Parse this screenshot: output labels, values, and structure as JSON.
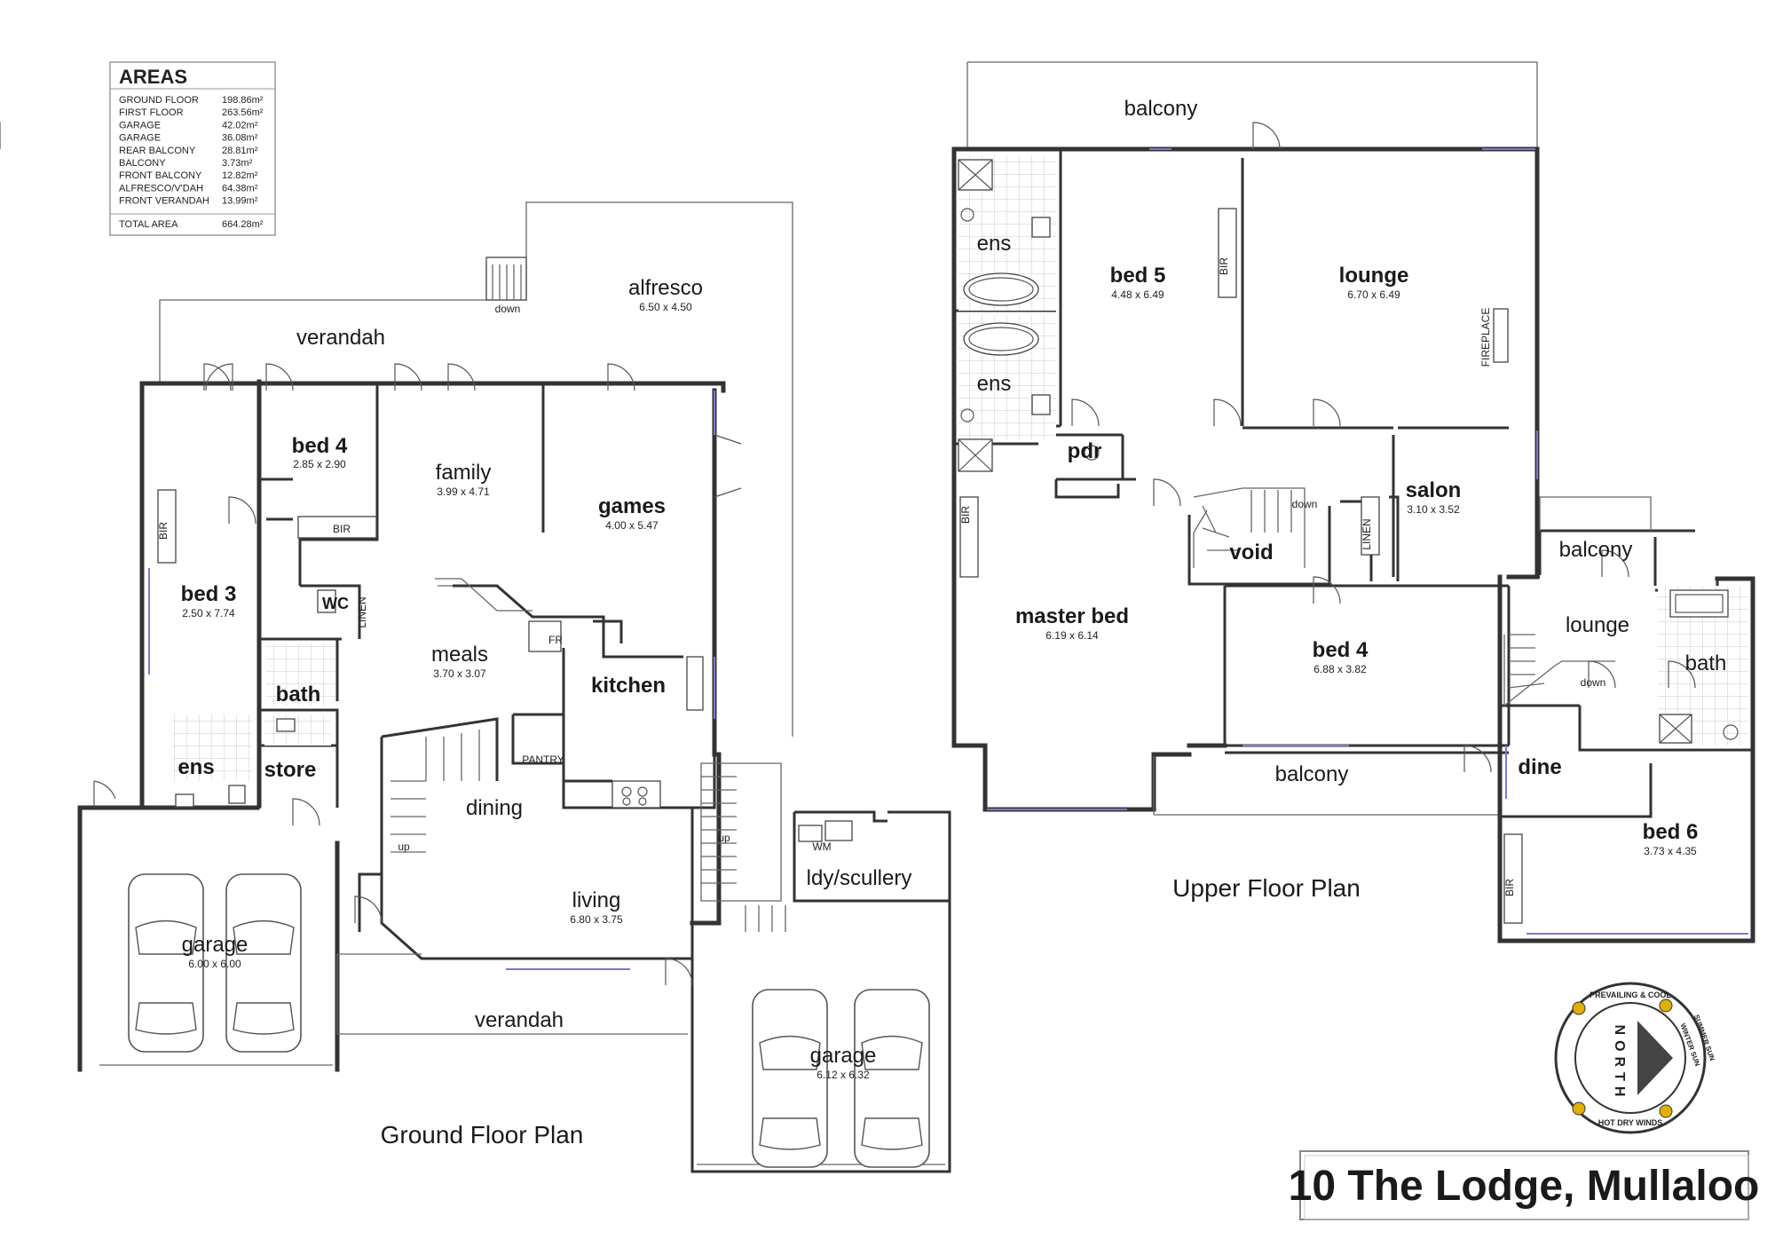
{
  "areas": {
    "heading": "AREAS",
    "rows": [
      {
        "label": "GROUND FLOOR",
        "value": "198.86m²"
      },
      {
        "label": "FIRST FLOOR",
        "value": "263.56m²"
      },
      {
        "label": "GARAGE",
        "value": "42.02m²"
      },
      {
        "label": "GARAGE",
        "value": "36.08m²"
      },
      {
        "label": "REAR BALCONY",
        "value": "28.81m²"
      },
      {
        "label": "BALCONY",
        "value": "3.73m²"
      },
      {
        "label": "FRONT BALCONY",
        "value": "12.82m²"
      },
      {
        "label": "ALFRESCO/V'DAH",
        "value": "64.38m²"
      },
      {
        "label": "FRONT VERANDAH",
        "value": "13.99m²"
      }
    ],
    "total_label": "TOTAL AREA",
    "total_value": "664.28m²"
  },
  "ground_floor": {
    "title": "Ground Floor Plan",
    "alfresco": "alfresco",
    "alfresco_dim": "6.50 x 4.50",
    "down": "down",
    "verandah_rear": "verandah",
    "bed4": "bed 4",
    "bed4_dim": "2.85 x 2.90",
    "bir_bed4": "BIR",
    "family": "family",
    "family_dim": "3.99 x 4.71",
    "games": "games",
    "games_dim": "4.00 x 5.47",
    "bed3": "bed 3",
    "bed3_dim": "2.50 x 7.74",
    "bir_bed3": "BIR",
    "wc": "WC",
    "linen": "LINEN",
    "meals": "meals",
    "meals_dim": "3.70 x 3.07",
    "fr": "FR",
    "kitchen": "kitchen",
    "pantry": "PANTRY",
    "bath": "bath",
    "ens": "ens",
    "store": "store",
    "dining": "dining",
    "up_dining": "up",
    "up_stair": "up",
    "living": "living",
    "living_dim": "6.80 x 3.75",
    "garage_left": "garage",
    "garage_left_dim": "6.00 x 6.00",
    "verandah_front": "verandah",
    "wm": "WM",
    "ldy": "ldy/scullery",
    "garage_right": "garage",
    "garage_right_dim": "6.12 x 6.32"
  },
  "upper_floor": {
    "title": "Upper Floor Plan",
    "balcony_rear": "balcony",
    "ens_top": "ens",
    "ens_bottom": "ens",
    "bed5": "bed 5",
    "bed5_dim": "4.48 x 6.49",
    "bir_bed5": "BIR",
    "lounge": "lounge",
    "lounge_dim": "6.70 x 6.49",
    "fireplace": "FIREPLACE",
    "pdr": "pdr",
    "salon": "salon",
    "salon_dim": "3.10 x 3.52",
    "down": "down",
    "linen": "LINEN",
    "void": "void",
    "bir_master": "BIR",
    "master": "master bed",
    "master_dim": "6.19 x 6.14",
    "bed4": "bed 4",
    "bed4_dim": "6.88 x 3.82",
    "balcony_front": "balcony",
    "balcony_small": "balcony",
    "lounge2": "lounge",
    "down2": "down",
    "bath": "bath",
    "dine": "dine",
    "bed6": "bed 6",
    "bed6_dim": "3.73 x 4.35",
    "bir_bed6": "BIR"
  },
  "compass": {
    "north": "NORTH",
    "summer": "SUMMER SUN",
    "winter": "WINTER SUN",
    "hot_dry": "HOT DRY WINDS",
    "prevailing": "PREVAILING & COOL"
  },
  "address": "10 The Lodge, Mullaloo",
  "colors": {
    "walls": "#333333",
    "glazing": "#7a7acc",
    "sun": "#e0b000"
  }
}
